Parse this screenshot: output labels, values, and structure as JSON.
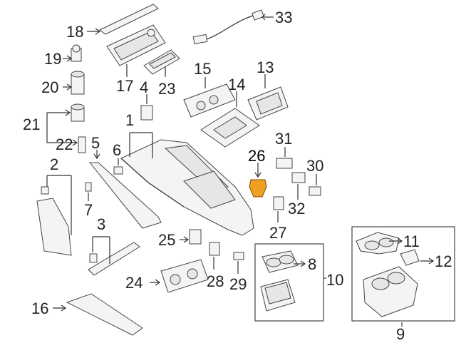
{
  "callouts": {
    "c1": "1",
    "c3": "3",
    "c4": "4",
    "c5": "5",
    "c6": "6",
    "c7": "7",
    "c8": "8",
    "c9": "9",
    "c10": "10",
    "c11": "11",
    "c12": "12",
    "c13": "13",
    "c14": "14",
    "c15": "15",
    "c16": "16",
    "c17": "17",
    "c18": "18",
    "c19": "19",
    "c20": "20",
    "c21": "21",
    "c22": "22",
    "c23": "23",
    "c24": "24",
    "c25": "25",
    "c26": "26",
    "c27": "27",
    "c28": "28",
    "c29": "29",
    "c30": "30",
    "c31": "31",
    "c32": "32",
    "c33": "33",
    "c2": "2"
  },
  "highlight": {
    "part": "26",
    "color": "#f0a020"
  },
  "colors": {
    "line": "#333333",
    "part_fill": "#f4f4f4",
    "background": "#ffffff"
  }
}
